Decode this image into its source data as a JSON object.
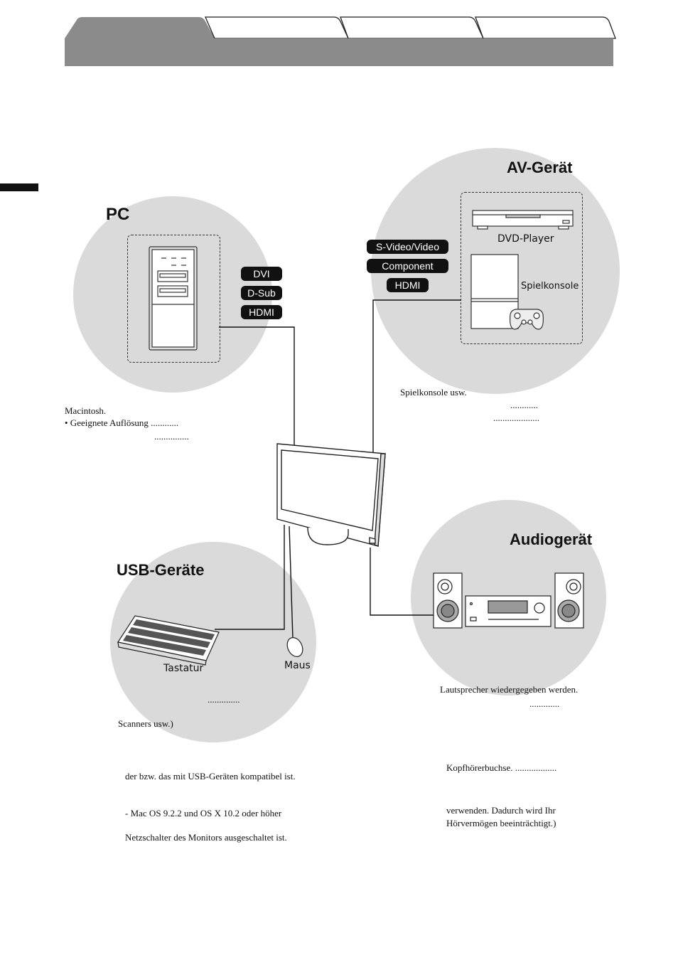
{
  "tabs": [
    "",
    "",
    "",
    ""
  ],
  "sections": {
    "pc": {
      "title": "PC",
      "connectors": [
        "DVI",
        "D-Sub",
        "HDMI"
      ],
      "text": [
        "Macintosh.",
        "• Geeignete Auflösung ............",
        "..............."
      ]
    },
    "av": {
      "title": "AV-Gerät",
      "connectors": [
        "S-Video/Video",
        "Component",
        "HDMI"
      ],
      "devices": [
        "DVD-Player",
        "Spielkonsole"
      ],
      "text": [
        "Spielkonsole usw.",
        "............",
        "...................."
      ]
    },
    "usb": {
      "title": "USB-Geräte",
      "devices": [
        "Tastatur",
        "Maus"
      ],
      "text": [
        "..............",
        "Scanners usw.)"
      ]
    },
    "audio": {
      "title": "Audiogerät",
      "text": [
        "Lautsprecher wiedergegeben werden.",
        "............."
      ]
    }
  },
  "notes": {
    "left": [
      "der bzw. das mit USB-Geräten kompatibel ist.",
      "- Mac OS 9.2.2 und OS X 10.2 oder höher",
      "Netzschalter des Monitors ausgeschaltet ist."
    ],
    "right": [
      "Kopfhörerbuchse. ..................",
      "verwenden. Dadurch wird Ihr",
      "Hörvermögen beeinträchtigt.)"
    ]
  }
}
